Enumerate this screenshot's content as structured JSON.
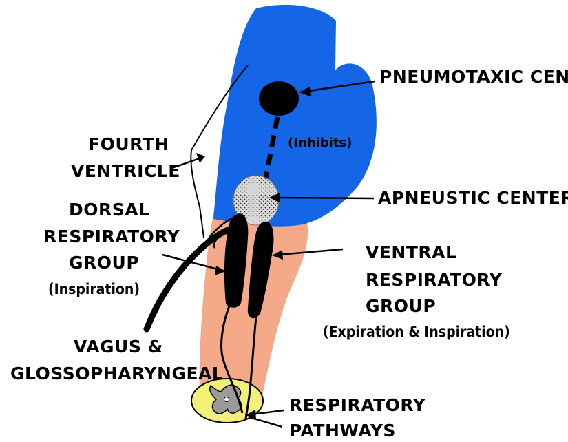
{
  "colors": {
    "pons": "#1466e6",
    "medulla": "#f4a989",
    "spinal_cord": "#f3f07a",
    "gray_matter": "#9b9b9b",
    "apneustic_fill": "#d8d8d8",
    "ink": "#000000"
  },
  "labels": {
    "pneumotaxic": "PNEUMOTAXIC CENTER",
    "inhibits": "(Inhibits)",
    "apneustic": "APNEUSTIC CENTER",
    "fourth_ventricle": [
      "FOURTH",
      "VENTRICLE"
    ],
    "dorsal_group": [
      "DORSAL",
      "RESPIRATORY",
      "GROUP"
    ],
    "dorsal_function": "(Inspiration)",
    "ventral_group": [
      "VENTRAL",
      "RESPIRATORY",
      "GROUP"
    ],
    "ventral_function": "(Expiration & Inspiration)",
    "vagus": [
      "VAGUS &",
      "GLOSSOPHARYNGEAL"
    ],
    "pathways": [
      "RESPIRATORY",
      "PATHWAYS"
    ]
  }
}
